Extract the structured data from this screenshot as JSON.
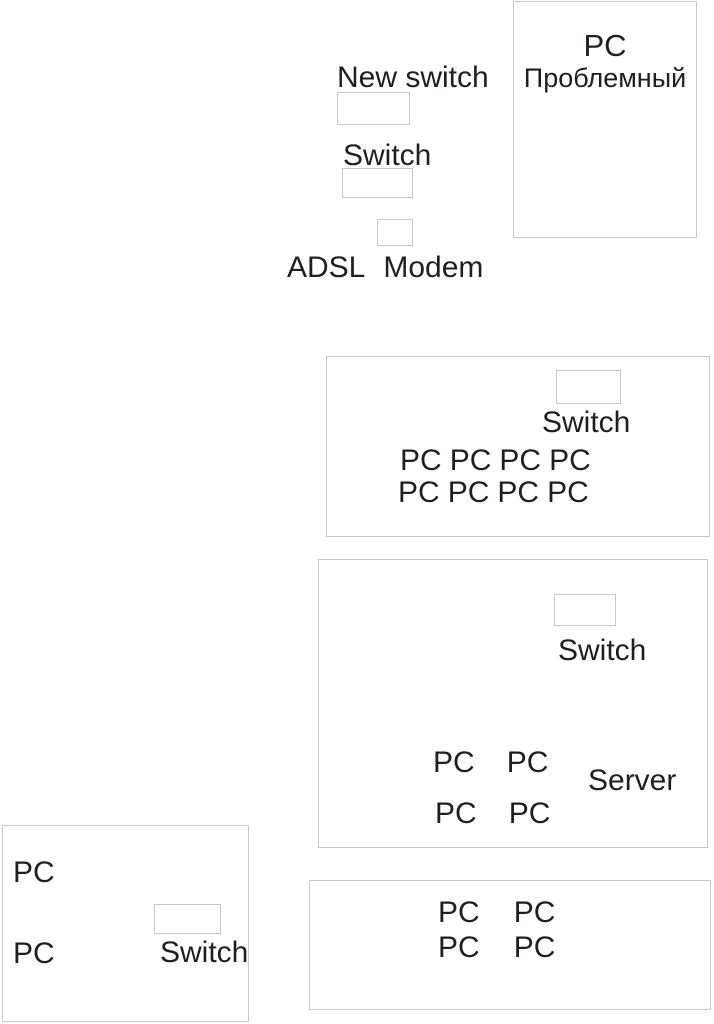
{
  "page": {
    "background": "#ffffff",
    "border_color": "#c7c7c7",
    "text_color": "#221e1f"
  },
  "uplink": {
    "new_switch_label": "New switch",
    "switch_label": "Switch",
    "adsl_label": "ADSL",
    "modem_label": "Modem"
  },
  "problem_pc": {
    "title": "PC",
    "subtitle": "Проблемный"
  },
  "office_room": {
    "switch_label": "Switch",
    "pc_row1": [
      "PC",
      "PC",
      "PC",
      "PC"
    ],
    "pc_row2": [
      "PC",
      "PC",
      "PC",
      "PC"
    ]
  },
  "server_room": {
    "switch_label": "Switch",
    "server_label": "Server",
    "pc_row1": [
      "PC",
      "PC"
    ],
    "pc_row2": [
      "PC",
      "PC"
    ]
  },
  "left_room": {
    "pc_top": "PC",
    "pc_bottom": "PC",
    "switch_label": "Switch"
  },
  "bottom_room": {
    "pc_row1": [
      "PC",
      "PC"
    ],
    "pc_row2": [
      "PC",
      "PC"
    ]
  }
}
